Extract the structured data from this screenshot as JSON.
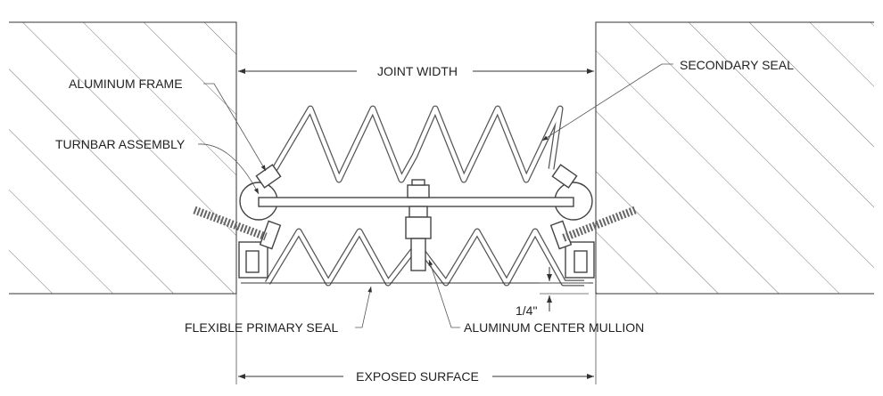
{
  "labels": {
    "joint_width": "JOINT WIDTH",
    "aluminum_frame": "ALUMINUM FRAME",
    "turnbar_assembly": "TURNBAR  ASSEMBLY",
    "secondary_seal": "SECONDARY  SEAL",
    "quarter_inch": "1/4\"",
    "flexible_primary_seal": "FLEXIBLE PRIMARY SEAL",
    "aluminum_center_mullion": "ALUMINUM CENTER  MULLION",
    "exposed_surface": "EXPOSED SURFACE"
  }
}
